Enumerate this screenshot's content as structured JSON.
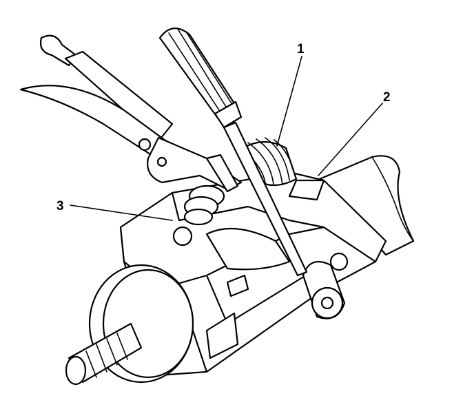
{
  "diagram": {
    "callouts": [
      {
        "label": "1"
      },
      {
        "label": "2"
      },
      {
        "label": "3"
      }
    ],
    "colors": {
      "line": "#000000",
      "background": "#ffffff"
    }
  }
}
